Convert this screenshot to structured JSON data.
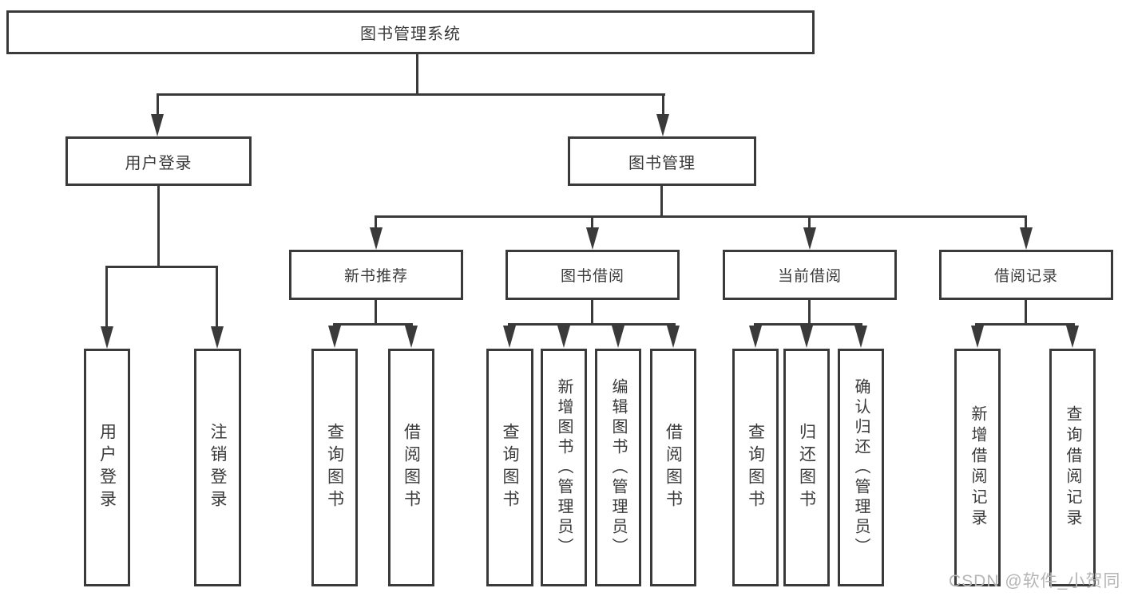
{
  "title": "图书管理系统",
  "tree": {
    "root": {
      "label": "图书管理系统"
    },
    "user_login": {
      "label": "用户登录",
      "children": [
        {
          "label": "用户登录"
        },
        {
          "label": "注销登录"
        }
      ]
    },
    "book_mgmt": {
      "label": "图书管理",
      "new_book": {
        "label": "新书推荐",
        "children": [
          {
            "label": "查询图书"
          },
          {
            "label": "借阅图书"
          }
        ]
      },
      "book_borrow": {
        "label": "图书借阅",
        "children": [
          {
            "label": "查询图书"
          },
          {
            "label": "新增图书（管理员）"
          },
          {
            "label": "编辑图书（管理员）"
          },
          {
            "label": "借阅图书"
          }
        ]
      },
      "current_borrow": {
        "label": "当前借阅",
        "children": [
          {
            "label": "查询图书"
          },
          {
            "label": "归还图书"
          },
          {
            "label": "确认归还（管理员）"
          }
        ]
      },
      "borrow_record": {
        "label": "借阅记录",
        "children": [
          {
            "label": "新增借阅记录"
          },
          {
            "label": "查询借阅记录"
          }
        ]
      }
    }
  },
  "watermark": {
    "text": "CSDN @软件_小贺同学"
  },
  "colors": {
    "line": "#3a3a3a",
    "box_border": "#3a3a3a",
    "box_bg": "#ffffff",
    "text": "#3a3a3a",
    "watermark": "#b5b5b5",
    "background": "#ffffff"
  }
}
